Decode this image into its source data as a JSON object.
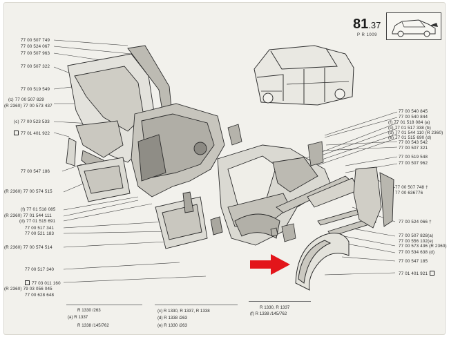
{
  "header": {
    "page_number": "81",
    "page_sub": ".37",
    "pr_code": "P R 1009"
  },
  "left_labels": [
    "77 00 507 749",
    "77 00 524 067",
    "77 00 507 963",
    "77 00 507 322",
    "77 00 519 549",
    "(c) 77 00 507 829",
    "(R 2360) 77 00 573 437",
    "(c) 77 00 523 533",
    "77 01 401 922",
    "77 00 547 186",
    "(R 2360) 77 00 574 515",
    "(f) 77 01 518 085",
    "(R 2360) 77 01 544 111",
    "(d) 77 01 515 691",
    "77 00 517 341",
    "77 00 521 183",
    "(R 2360) 77 00 574 514",
    "77 00 517 340",
    "77 03 011 160",
    "(R 2360) 79 03 056 045",
    "77 00 628 648"
  ],
  "right_labels": [
    "77 00 540 845",
    "77 00 540 844",
    "(f) 77 01 518 084 (a)",
    "(c) 77 01 517 338 (b)",
    "(d) 77 01 544 110 (R 2360)",
    "(e) 77 01 515 690 (d)",
    "77 00 543 542",
    "77 00 507 321",
    "77 00 519 548",
    "77 00 507 962",
    "77 00 507 748 †",
    "77 00 636776",
    "77 00 524 066 †",
    "77 00 507 828(a)",
    "77 00 556 102(e)",
    "77 00 573 436 (R 2360)",
    "77 00 534 638 (d)",
    "77 00 547 185",
    "77 01 401 921"
  ],
  "footer": {
    "col1": [
      "R 1330 /263",
      "(a) R 1337",
      "R 1338 /145/762"
    ],
    "col2": [
      "(c) R 1330, R 1337, R 1338",
      "(d) R 1338 /263",
      "(e) R 1330 /263"
    ],
    "col3": [
      "R 1330, R 1337",
      "(f) R 1338 /145/762"
    ]
  },
  "colors": {
    "arrow": "#e3151a",
    "ink": "#2a2a2a",
    "paper": "#f2f1ec"
  }
}
